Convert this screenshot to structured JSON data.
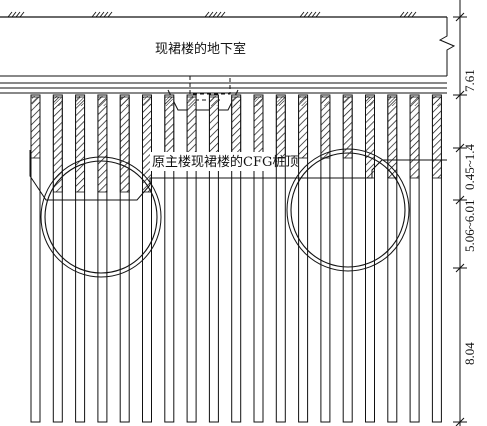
{
  "labels": {
    "basement": "现裙楼的地下室",
    "cfg_top": "原主楼现裙楼的CFG桩顶"
  },
  "dimensions": [
    "7.61",
    "0.45~1.4",
    "5.06~6.01",
    "8.04"
  ],
  "colors": {
    "stroke": "#111111",
    "background": "#ffffff"
  },
  "icons": {
    "ground": "ground-hatch-icon",
    "break": "break-line-icon"
  }
}
